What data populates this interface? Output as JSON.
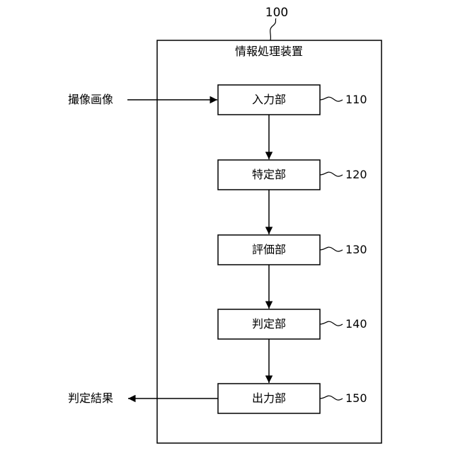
{
  "device": {
    "ref": "100",
    "title": "情報処理装置"
  },
  "input_label": "撮像画像",
  "output_label": "判定結果",
  "units": [
    {
      "label": "入力部",
      "ref": "110"
    },
    {
      "label": "特定部",
      "ref": "120"
    },
    {
      "label": "評価部",
      "ref": "130"
    },
    {
      "label": "判定部",
      "ref": "140"
    },
    {
      "label": "出力部",
      "ref": "150"
    }
  ]
}
